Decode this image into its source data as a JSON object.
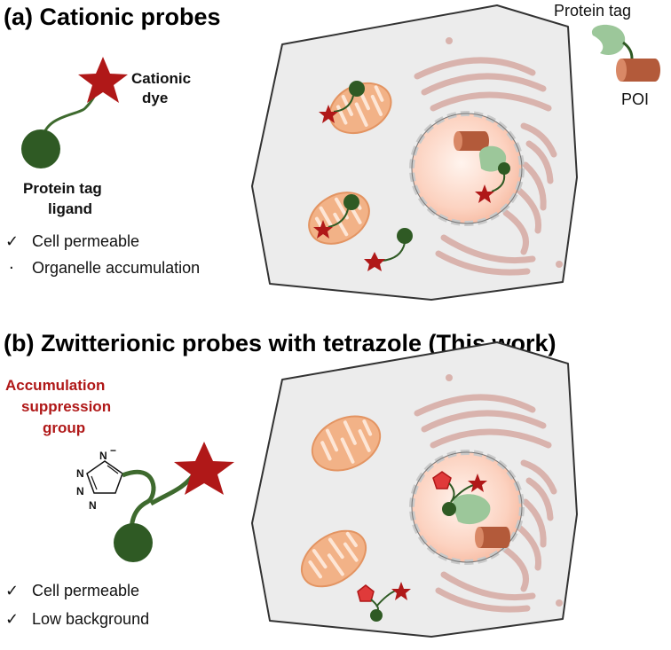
{
  "panel_a": {
    "heading": "(a) Cationic probes",
    "dye_label_line1": "Cationic",
    "dye_label_line2": "dye",
    "ligand_label_line1": "Protein tag",
    "ligand_label_line2": "ligand",
    "legend_tag": "Protein tag",
    "legend_poi": "POI",
    "points": [
      {
        "marker": "✓",
        "text": "Cell permeable"
      },
      {
        "marker": "·",
        "text": "Organelle accumulation"
      }
    ]
  },
  "panel_b": {
    "heading": "(b) Zwitterionic probes with tetrazole (This work)",
    "group_label_line1": "Accumulation",
    "group_label_line2": "suppression",
    "group_label_line3": "group",
    "tetrazole_atoms": [
      "N",
      "N",
      "N",
      "N",
      "−"
    ],
    "points": [
      {
        "marker": "✓",
        "text": "Cell permeable"
      },
      {
        "marker": "✓",
        "text": "Low background"
      }
    ]
  },
  "colors": {
    "ligand_green": "#2f5a24",
    "tag_green": "#9cc79a",
    "dye_red": "#b01818",
    "poi_brown": "#b35a3a",
    "cell_fill": "#ececec",
    "mito_orange": "#f2b287",
    "er_pink": "#d9b3ad",
    "nucleus_peach": "#fcd9c8"
  }
}
